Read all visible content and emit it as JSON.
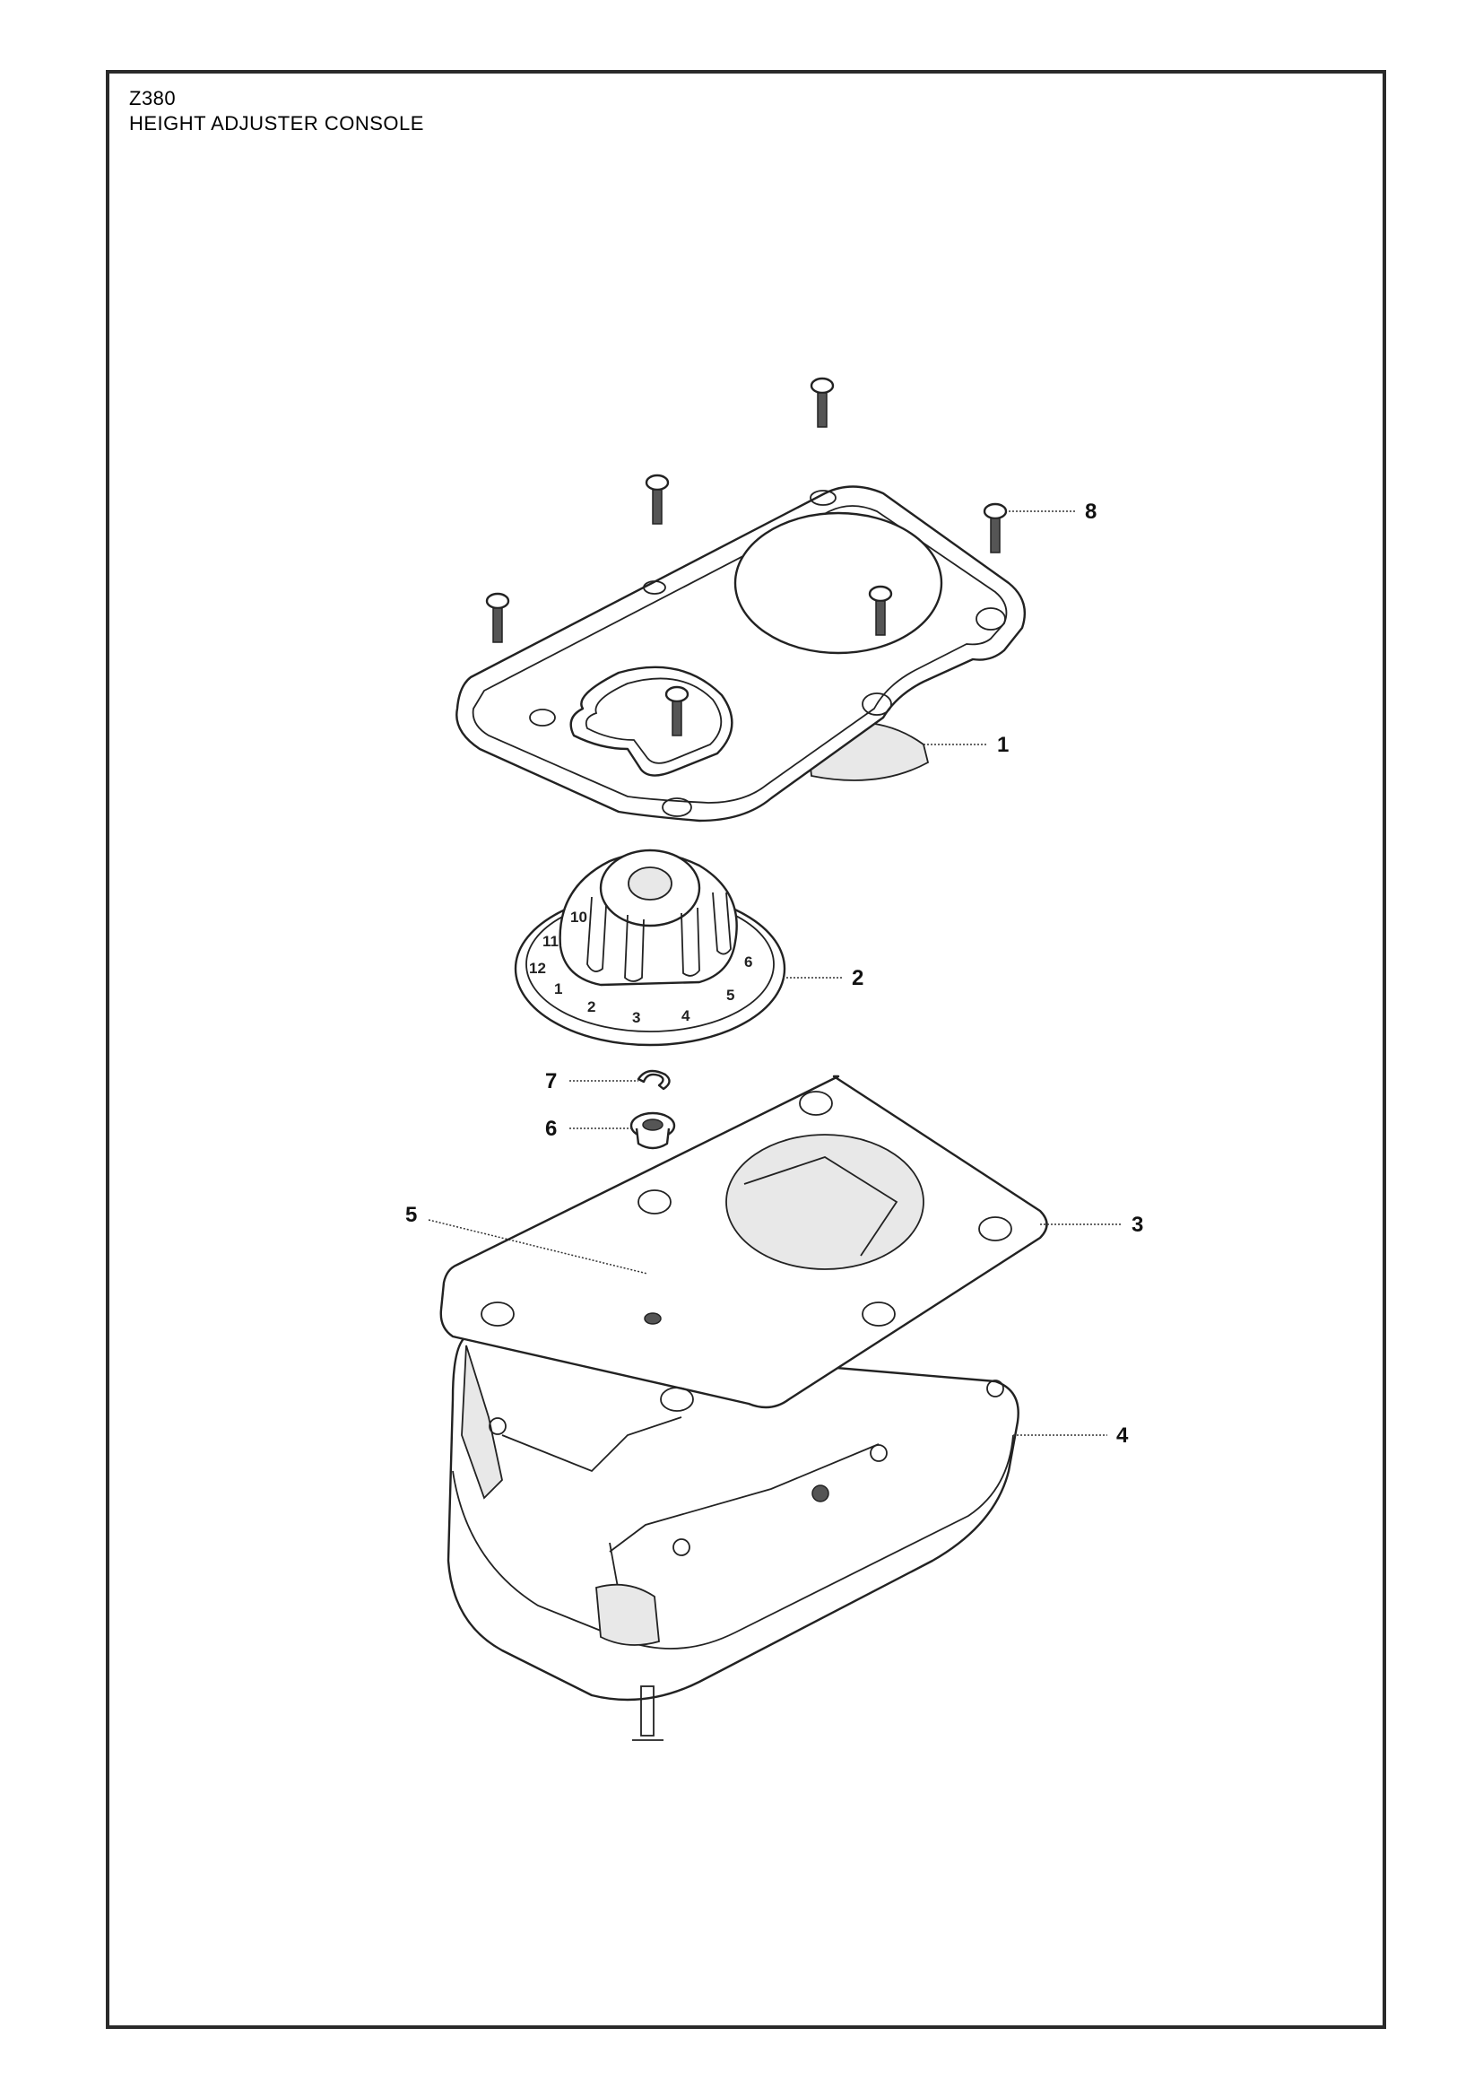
{
  "header": {
    "model": "Z380",
    "title": "HEIGHT ADJUSTER CONSOLE"
  },
  "callouts": [
    {
      "id": "1",
      "label": "1"
    },
    {
      "id": "2",
      "label": "2"
    },
    {
      "id": "3",
      "label": "3"
    },
    {
      "id": "4",
      "label": "4"
    },
    {
      "id": "5",
      "label": "5"
    },
    {
      "id": "6",
      "label": "6"
    },
    {
      "id": "7",
      "label": "7"
    },
    {
      "id": "8",
      "label": "8"
    }
  ],
  "dial": {
    "numbers": [
      "1",
      "2",
      "3",
      "4",
      "5",
      "6",
      "10",
      "11",
      "12"
    ]
  },
  "colors": {
    "line": "#222222",
    "frame": "#2a2a2a",
    "background": "#ffffff"
  }
}
